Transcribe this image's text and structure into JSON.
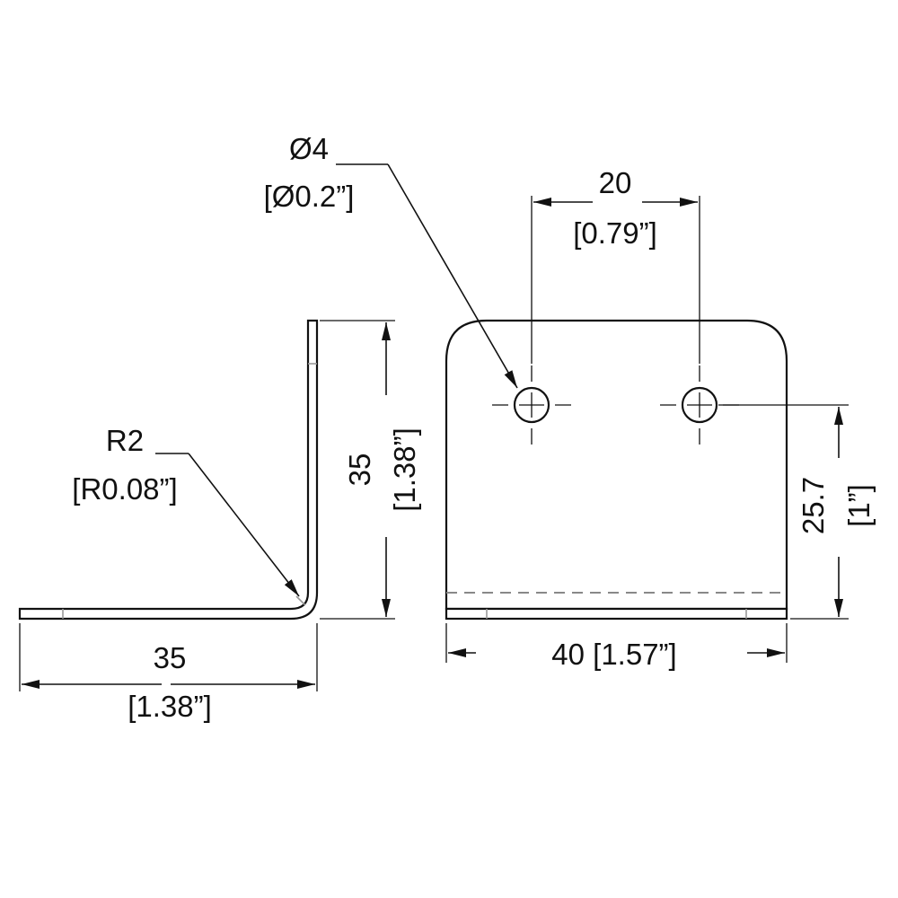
{
  "side_view": {
    "radius_mm": "R2",
    "radius_in": "[R0.08”]",
    "height_mm": "35",
    "height_in": "[1.38”]",
    "length_mm": "35",
    "length_in": "[1.38”]"
  },
  "front_view": {
    "hole_mm": "Ø4",
    "hole_in": "[Ø0.2”]",
    "spacing_mm": "20",
    "spacing_in": "[0.79”]",
    "hole_height_mm": "25.7",
    "hole_height_in": "[1”]",
    "width_label": "40 [1.57”]"
  }
}
